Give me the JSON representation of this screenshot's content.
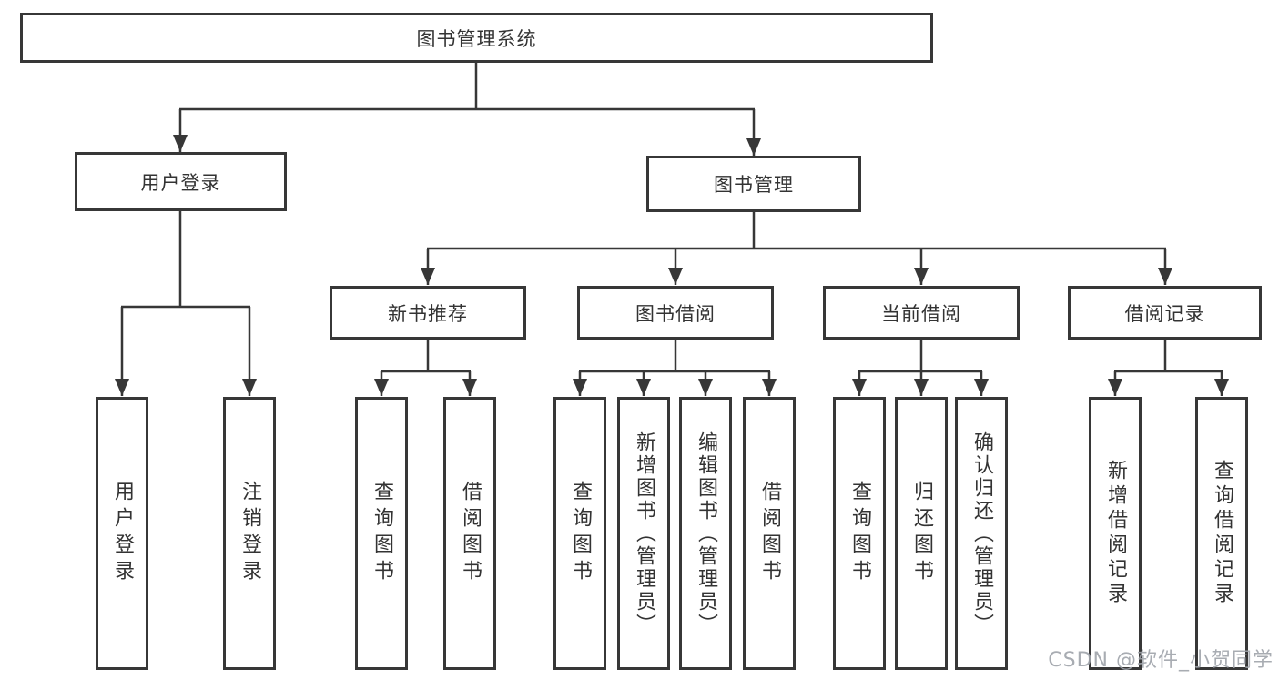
{
  "diagram": {
    "root": {
      "label": "图书管理系统"
    },
    "branches": [
      {
        "label": "用户登录",
        "children": [
          {
            "label": "用户登录"
          },
          {
            "label": "注销登录"
          }
        ]
      },
      {
        "label": "图书管理",
        "children": [
          {
            "label": "新书推荐",
            "children": [
              {
                "label": "查询图书"
              },
              {
                "label": "借阅图书"
              }
            ]
          },
          {
            "label": "图书借阅",
            "children": [
              {
                "label": "查询图书"
              },
              {
                "label": "新增图书（管理员）"
              },
              {
                "label": "编辑图书（管理员）"
              },
              {
                "label": "借阅图书"
              }
            ]
          },
          {
            "label": "当前借阅",
            "children": [
              {
                "label": "查询图书"
              },
              {
                "label": "归还图书"
              },
              {
                "label": "确认归还（管理员）"
              }
            ]
          },
          {
            "label": "借阅记录",
            "children": [
              {
                "label": "新增借阅记录"
              },
              {
                "label": "查询借阅记录"
              }
            ]
          }
        ]
      }
    ]
  },
  "colors": {
    "line": "#373737",
    "text": "#333333",
    "watermark": "#9ea3aa"
  },
  "watermark": {
    "text": "CSDN @软件_小贺同学"
  }
}
